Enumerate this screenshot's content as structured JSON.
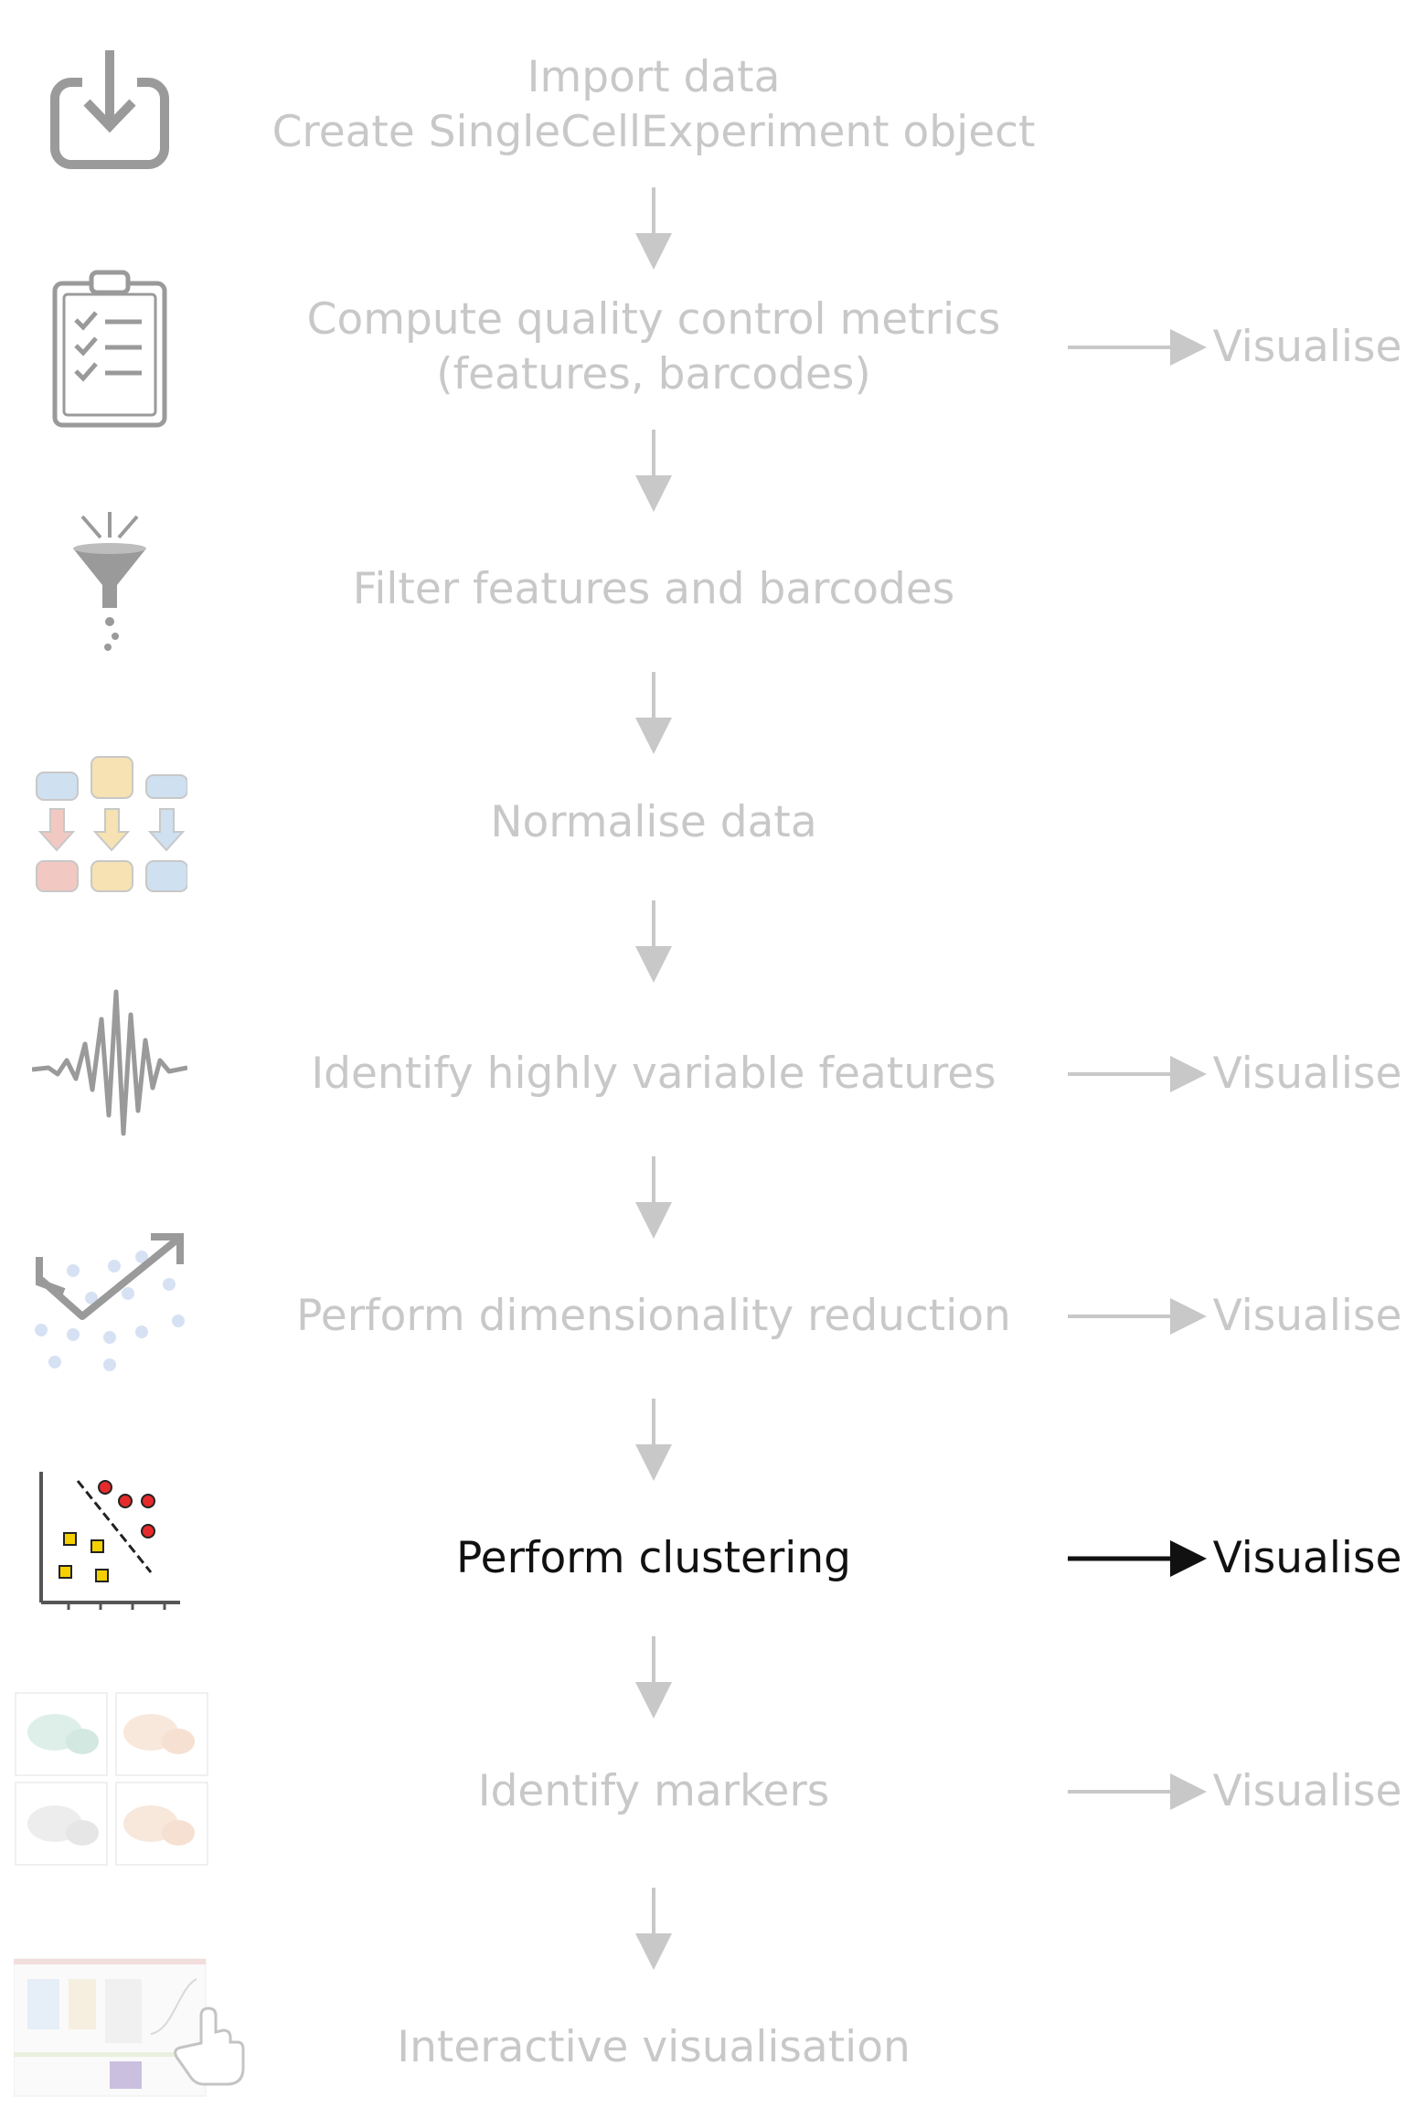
{
  "steps": [
    {
      "id": "import",
      "label": "Import data\nCreate SingleCellExperiment object",
      "icon": "import-icon",
      "active": false,
      "visualise": false
    },
    {
      "id": "qc",
      "label": "Compute quality control metrics\n(features, barcodes)",
      "icon": "clipboard-checklist-icon",
      "active": false,
      "visualise": true
    },
    {
      "id": "filter",
      "label": "Filter features and barcodes",
      "icon": "funnel-icon",
      "active": false,
      "visualise": false
    },
    {
      "id": "normalise",
      "label": "Normalise data",
      "icon": "database-normalise-icon",
      "active": false,
      "visualise": false
    },
    {
      "id": "hvg",
      "label": "Identify highly variable features",
      "icon": "waveform-icon",
      "active": false,
      "visualise": true
    },
    {
      "id": "dimred",
      "label": "Perform dimensionality reduction",
      "icon": "scatter-trend-icon",
      "active": false,
      "visualise": true
    },
    {
      "id": "cluster",
      "label": "Perform clustering",
      "icon": "cluster-plot-icon",
      "active": true,
      "visualise": true
    },
    {
      "id": "markers",
      "label": "Identify markers",
      "icon": "marker-plots-thumbnail",
      "active": false,
      "visualise": true
    },
    {
      "id": "interactive",
      "label": "Interactive visualisation",
      "icon": "interactive-app-thumbnail",
      "active": false,
      "visualise": false
    }
  ],
  "visualise_label": "Visualise",
  "colors": {
    "faded": "#c8c8c8",
    "active": "#111111",
    "icon_grey": "#9a9a9a",
    "pink": "#f2c9c2",
    "yellow": "#f6e2b2",
    "blue": "#cfe0f0",
    "dot_blue": "#d6e2f3",
    "cluster_red": "#e52b2b",
    "cluster_yellow": "#f5d000"
  }
}
